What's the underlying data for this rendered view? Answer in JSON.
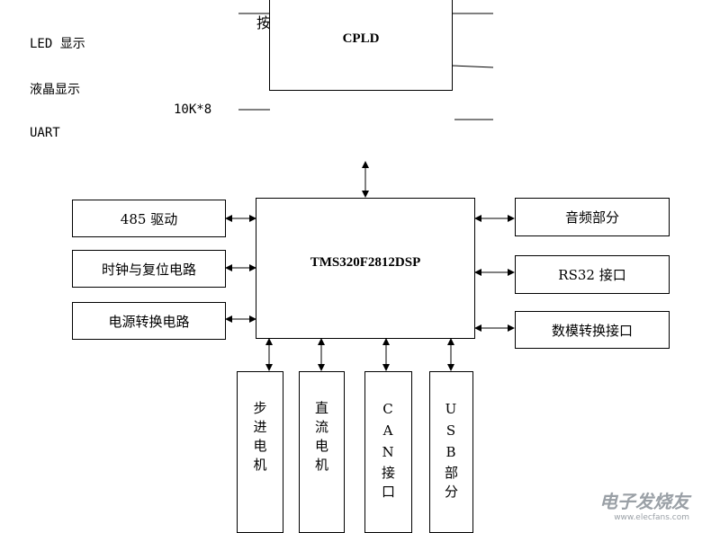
{
  "top_labels": {
    "key": "按键",
    "led": "LED 显示",
    "lcd": "液晶显示",
    "mem": "10K*8",
    "uart": "UART"
  },
  "cpld": "CPLD",
  "dsp": "TMS320F2812DSP",
  "left_boxes": [
    "485 驱动",
    "时钟与复位电路",
    "电源转换电路"
  ],
  "right_boxes": [
    "音频部分",
    "RS32 接口",
    "数模转换接口"
  ],
  "bottom_boxes": [
    "步进电机",
    "直流电机",
    "CAN接口",
    "USB部分"
  ],
  "watermark": {
    "title": "电子发烧友",
    "url": "www.elecfans.com"
  }
}
